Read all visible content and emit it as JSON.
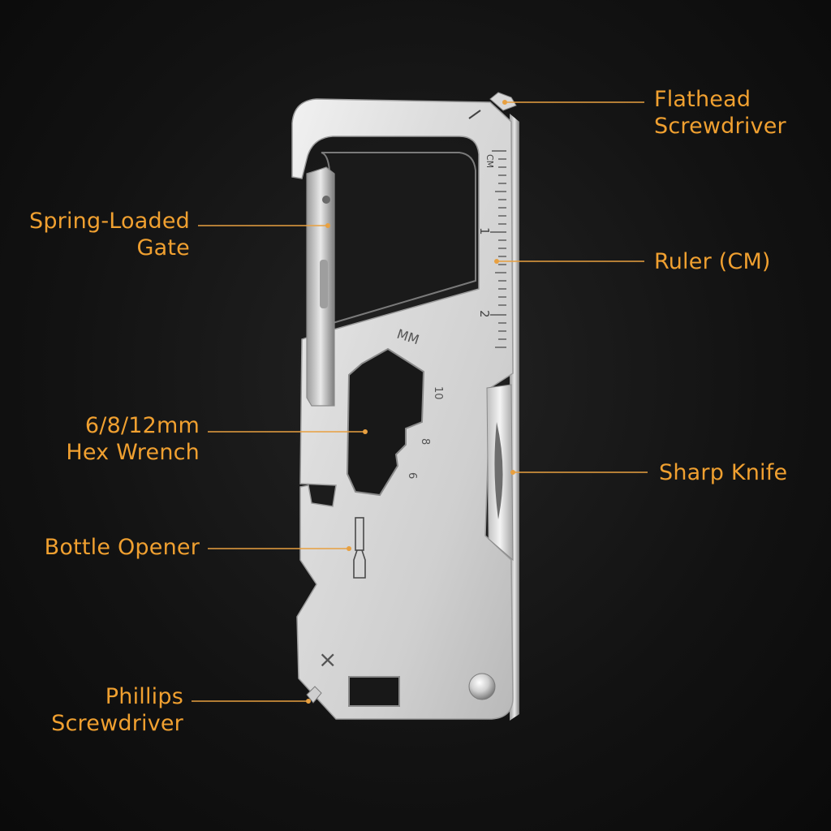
{
  "product": {
    "ruler": {
      "unit_label": "CM",
      "marks": [
        "1",
        "2"
      ]
    },
    "hex_wrench": {
      "unit_label": "MM",
      "sizes": [
        "10",
        "8",
        "6"
      ]
    },
    "phillips_mark": "×"
  },
  "callouts": [
    {
      "id": "flathead",
      "lines": [
        "Flathead",
        "Screwdriver"
      ]
    },
    {
      "id": "spring-gate",
      "lines": [
        "Spring-Loaded",
        "Gate"
      ]
    },
    {
      "id": "ruler",
      "lines": [
        "Ruler (CM)"
      ]
    },
    {
      "id": "hex-wrench",
      "lines": [
        "6/8/12mm",
        "Hex Wrench"
      ]
    },
    {
      "id": "knife",
      "lines": [
        "Sharp Knife"
      ]
    },
    {
      "id": "bottle-opener",
      "lines": [
        "Bottle Opener"
      ]
    },
    {
      "id": "phillips",
      "lines": [
        "Phillips",
        "Screwdriver"
      ]
    }
  ],
  "colors": {
    "label": "#f0a030",
    "leader": "#e8a040",
    "metal_light": "#e6e6e6",
    "metal_dark": "#8a8a8a",
    "background": "#141414"
  }
}
